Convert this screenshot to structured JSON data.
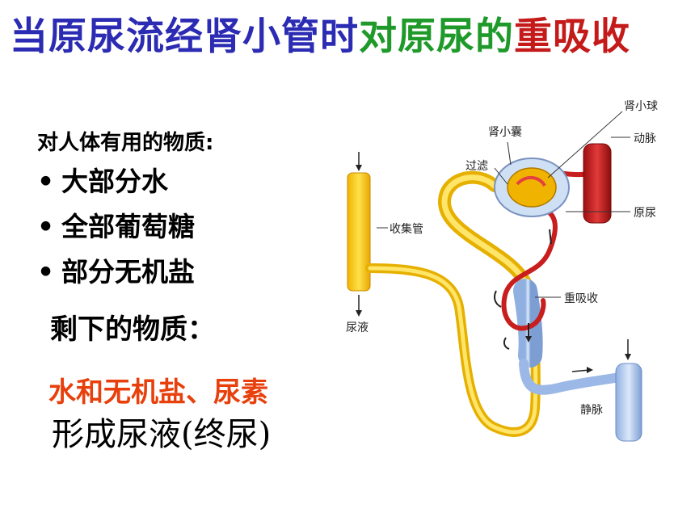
{
  "title": {
    "part1": "当原尿流经肾小管时",
    "part2": "对原尿的",
    "part3": "重吸收"
  },
  "subhead": "对人体有用的物质:",
  "bullets": [
    "大部分水",
    "全部葡萄糖",
    "部分无机盐"
  ],
  "remain_heading": "剩下的物质：",
  "remain_items": "水和无机盐、尿素",
  "result": "形成尿液(终尿)",
  "diagram": {
    "labels": {
      "glomerulus": "肾小球",
      "capsule": "肾小囊",
      "artery": "动脉",
      "filtration": "过滤",
      "collecting_duct": "收集管",
      "primary_urine": "原尿",
      "reabsorption": "重吸收",
      "urine": "尿液",
      "vein": "静脉"
    }
  },
  "colors": {
    "title_blue": "#2b2bb3",
    "title_green": "#1f9a2a",
    "title_red": "#c41a1a",
    "remain_orange": "#e8400c"
  }
}
